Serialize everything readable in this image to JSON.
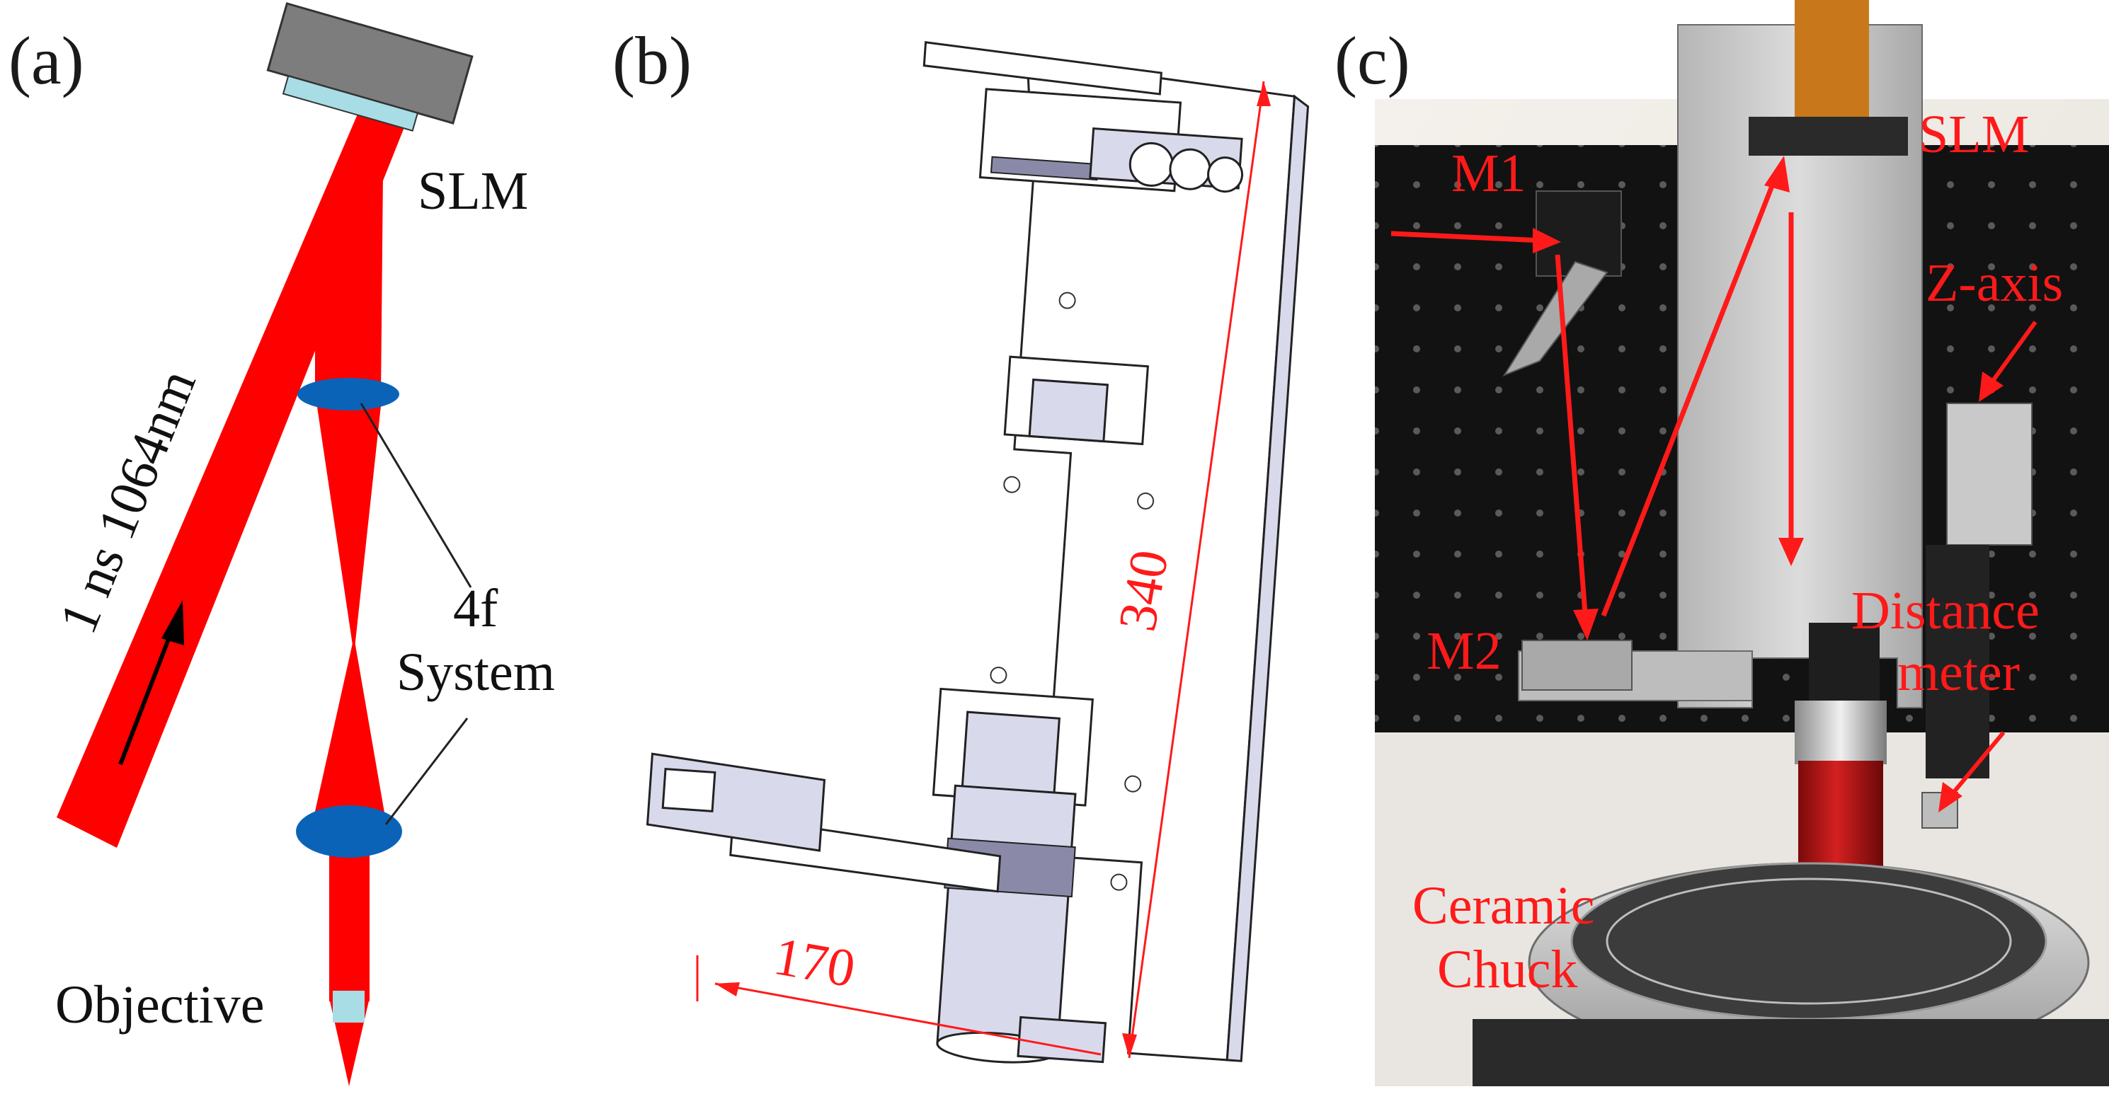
{
  "panels": {
    "a": {
      "label": "(a)",
      "slm": "SLM",
      "beam": "1 ns 1064nm",
      "fourf_line1": "4f",
      "fourf_line2": "System",
      "objective": "Objective"
    },
    "b": {
      "label": "(b)",
      "dim_height": "340",
      "dim_width": "170"
    },
    "c": {
      "label": "(c)",
      "m1": "M1",
      "slm": "SLM",
      "zaxis": "Z-axis",
      "dist_line1": "Distance",
      "dist_line2": "meter",
      "m2": "M2",
      "chuck_line1": "Ceramic",
      "chuck_line2": "Chuck"
    }
  },
  "colors": {
    "beam": "#ff0000",
    "lens": "#0b63b8",
    "slm_body": "#7d7d7d",
    "slm_face": "#a8dde6",
    "objective": "#a8dde6",
    "annotation": "#ff1a1a",
    "board": "#101010"
  }
}
